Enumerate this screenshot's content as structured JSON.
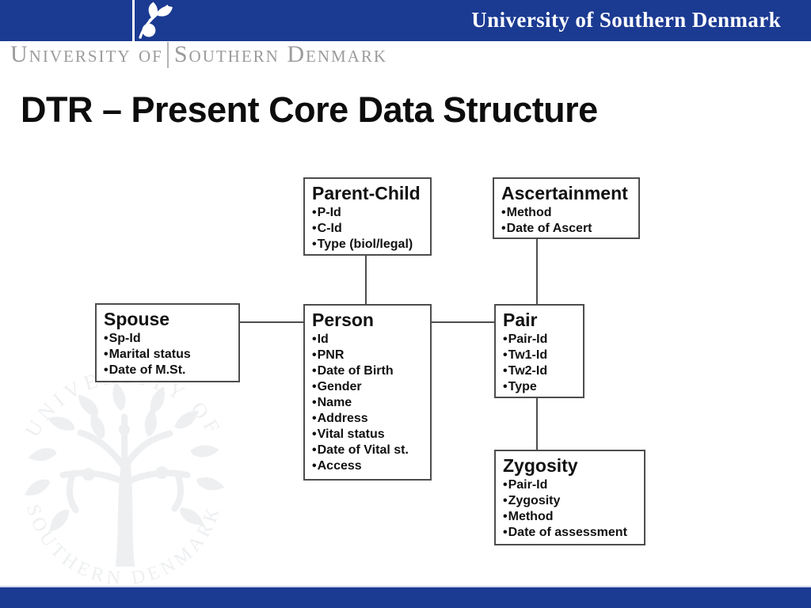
{
  "header": {
    "top_right_brand": "University of Southern Denmark",
    "left_brand_first": "University of",
    "left_brand_second": "Southern Denmark"
  },
  "slide": {
    "title": "DTR – Present Core Data Structure"
  },
  "watermark": {
    "arc_top_text": "UNIVERSITY OF",
    "arc_bottom_text": "SOUTHERN  DENMARK"
  },
  "diagram": {
    "boxes": {
      "parent_child": {
        "title": "Parent-Child",
        "items": [
          "P-Id",
          "C-Id",
          "Type (biol/legal)"
        ]
      },
      "ascertainment": {
        "title": "Ascertainment",
        "items": [
          "Method",
          "Date of Ascert"
        ]
      },
      "spouse": {
        "title": "Spouse",
        "items": [
          "Sp-Id",
          "Marital status",
          "Date of M.St."
        ]
      },
      "person": {
        "title": "Person",
        "items": [
          "Id",
          "PNR",
          "Date of Birth",
          "Gender",
          "Name",
          "Address",
          "Vital status",
          "Date of Vital st.",
          "Access"
        ]
      },
      "pair": {
        "title": "Pair",
        "items": [
          "Pair-Id",
          "Tw1-Id",
          "Tw2-Id",
          "Type"
        ]
      },
      "zygosity": {
        "title": "Zygosity",
        "items": [
          "Pair-Id",
          "Zygosity",
          "Method",
          "Date of assessment"
        ]
      }
    },
    "connections": [
      "parent_child-person",
      "ascertainment-pair",
      "spouse-person",
      "person-pair",
      "pair-zygosity"
    ]
  },
  "colors": {
    "brand_blue": "#1b3a92",
    "box_border_gray": "#4d4d4d",
    "watermark_gray": "#edeff1",
    "brand_text_gray": "#9b9b9b"
  }
}
